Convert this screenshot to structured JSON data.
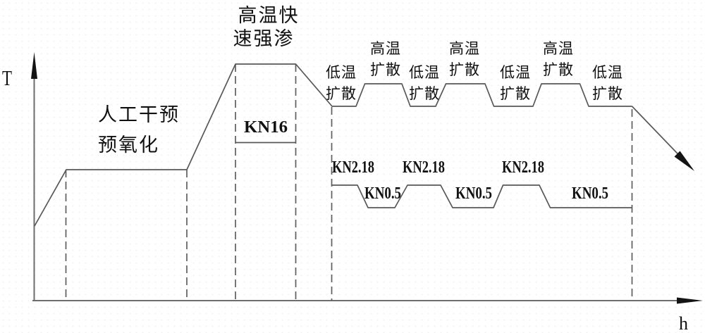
{
  "axes": {
    "y_axis_label": "T",
    "x_axis_label": "h"
  },
  "labels": {
    "preoxidation_line1": "人工干预",
    "preoxidation_line2": "预氧化",
    "boost_title_line1": "高温快",
    "boost_title_line2": "速强渗",
    "boost_kn": "KN16",
    "low_diffusion_line1": "低温",
    "high_diffusion_line1": "高温",
    "diffusion_line2": "扩散",
    "kn_high": "KN2.18",
    "kn_low": "KN0.5"
  },
  "colors": {
    "background": "#ffffff",
    "line": "#585858",
    "axis": "#6e6e6e",
    "text": "#111111"
  },
  "chart_data": {
    "type": "line",
    "title": "",
    "xlabel": "h",
    "ylabel": "T",
    "grid": false,
    "axis_numeric_labels": false,
    "stage_sequence": [
      {
        "stage": "人工干预 预氧化",
        "temp_level": "medium",
        "kn": ""
      },
      {
        "stage": "高温快速强渗",
        "temp_level": "peak",
        "kn": "KN16"
      },
      {
        "stage": "低温扩散",
        "temp_level": "low",
        "kn": "KN2.18"
      },
      {
        "stage": "高温扩散",
        "temp_level": "high",
        "kn": "KN0.5"
      },
      {
        "stage": "低温扩散",
        "temp_level": "low",
        "kn": "KN2.18"
      },
      {
        "stage": "高温扩散",
        "temp_level": "high",
        "kn": "KN0.5"
      },
      {
        "stage": "低温扩散",
        "temp_level": "low",
        "kn": "KN2.18"
      },
      {
        "stage": "高温扩散",
        "temp_level": "high",
        "kn": "KN0.5"
      },
      {
        "stage": "低温扩散",
        "temp_level": "low",
        "kn": "KN0.5"
      }
    ],
    "series": [
      {
        "name": "temperature-profile",
        "ends_with": "cooling-arrow"
      },
      {
        "name": "kn-potential-profile",
        "values_shown": [
          "KN16",
          "KN2.18",
          "KN0.5",
          "KN2.18",
          "KN0.5",
          "KN2.18",
          "KN0.5"
        ]
      }
    ]
  }
}
